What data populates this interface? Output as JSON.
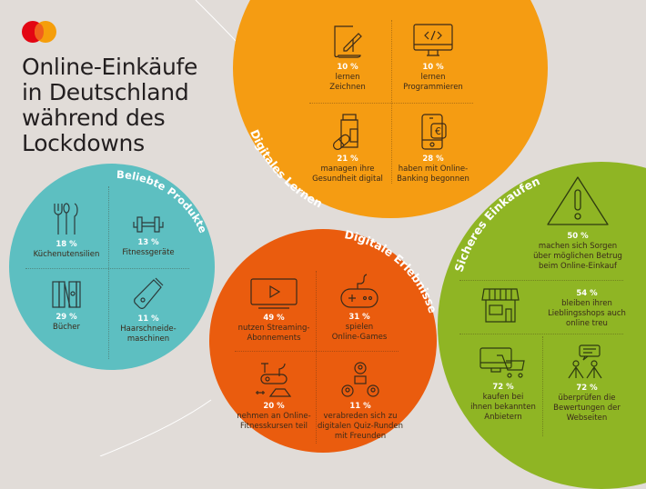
{
  "title": {
    "line1": "Online-Einkäufe",
    "line2": "in Deutschland",
    "line3": "während des",
    "line4": "Lockdowns"
  },
  "logo": {
    "name": "mastercard-logo",
    "colors": [
      "#e30613",
      "#f59e0b"
    ]
  },
  "colors": {
    "background": "#e1dcd8",
    "teal": "#5dbfc1",
    "orange": "#f59c12",
    "red_orange": "#ea5c0e",
    "green": "#8fb524",
    "icon_stroke": "#3a2a1a",
    "pct_text": "#ffffff"
  },
  "sections": {
    "beliebte_produkte": {
      "heading": "Beliebte Produkte",
      "items": [
        {
          "icon": "cutlery-icon",
          "pct": "18 %",
          "label": "Küchenutensilien"
        },
        {
          "icon": "dumbbell-icon",
          "pct": "13 %",
          "label": "Fitnessgeräte"
        },
        {
          "icon": "books-icon",
          "pct": "29 %",
          "label": "Bücher"
        },
        {
          "icon": "hair-clipper-icon",
          "pct": "11 %",
          "label": "Haarschneide-\nmaschinen"
        }
      ]
    },
    "digitales_lernen": {
      "heading": "Digitales Lernen",
      "items": [
        {
          "icon": "drawing-icon",
          "pct": "10 %",
          "label": "lernen\nZeichnen"
        },
        {
          "icon": "code-monitor-icon",
          "pct": "10 %",
          "label": "lernen\nProgrammieren"
        },
        {
          "icon": "medicine-icon",
          "pct": "21 %",
          "label": "managen ihre\nGesundheit digital"
        },
        {
          "icon": "mobile-banking-icon",
          "pct": "28 %",
          "label": "haben mit Online-\nBanking begonnen"
        }
      ]
    },
    "digitale_erlebnisse": {
      "heading": "Digitale Erlebnisse",
      "items": [
        {
          "icon": "tv-play-icon",
          "pct": "49 %",
          "label": "nutzen Streaming-\nAbonnements"
        },
        {
          "icon": "gamepad-icon",
          "pct": "31 %",
          "label": "spielen\nOnline-Games"
        },
        {
          "icon": "exercise-bike-icon",
          "pct": "20 %",
          "label": "nehmen an Online-\nFitnesskursen teil"
        },
        {
          "icon": "quiz-group-icon",
          "pct": "11 %",
          "label": "verabreden sich zu\ndigitalen Quiz-Runden\nmit Freunden"
        }
      ]
    },
    "sicheres_einkaufen": {
      "heading": "Sicheres Einkaufen",
      "items": [
        {
          "icon": "warning-icon",
          "pct": "50 %",
          "label": "machen sich Sorgen\nüber möglichen Betrug\nbeim Online-Einkauf"
        },
        {
          "icon": "shop-icon",
          "pct": "54 %",
          "label": "bleiben ihren\nLieblingsshops auch\nonline treu"
        },
        {
          "icon": "online-cart-icon",
          "pct": "72 %",
          "label": "kaufen bei\nihnen bekannten\nAnbietern"
        },
        {
          "icon": "reviews-people-icon",
          "pct": "72 %",
          "label": "überprüfen die\nBewertungen der\nWebseiten"
        }
      ]
    }
  }
}
